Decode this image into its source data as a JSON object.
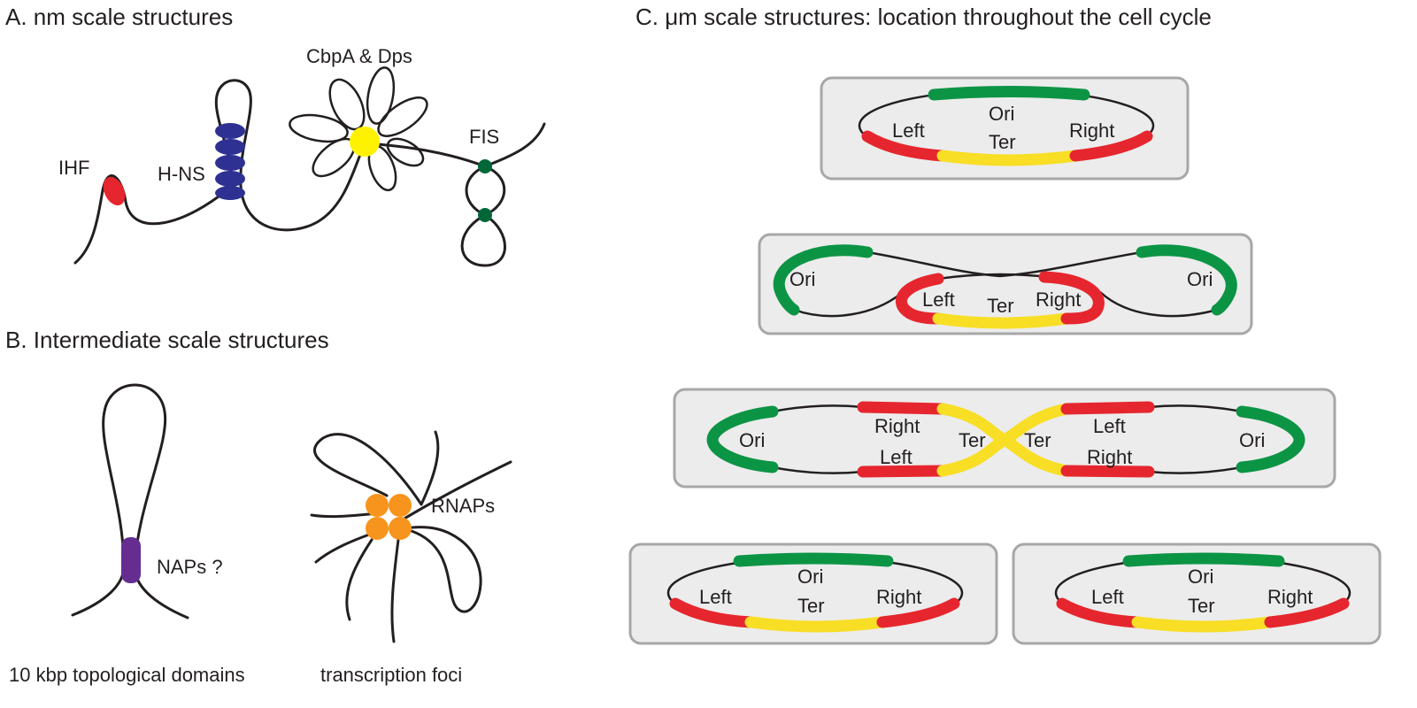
{
  "panels": {
    "a": {
      "heading": "A. nm scale structures",
      "ihf": "IHF",
      "hns": "H-NS",
      "cbpa": "CbpA & Dps",
      "fis": "FIS"
    },
    "b": {
      "heading": "B. Intermediate scale structures",
      "naps": "NAPs ?",
      "rnaps": "RNAPs",
      "domains": "10 kbp topological domains",
      "foci": "transcription foci"
    },
    "c": {
      "heading": "C. μm scale structures: location throughout the cell cycle",
      "cell1": {
        "ori": "Ori",
        "ter": "Ter",
        "left": "Left",
        "right": "Right"
      },
      "cell2": {
        "ori_left": "Ori",
        "ori_right": "Ori",
        "left": "Left",
        "ter": "Ter",
        "right": "Right"
      },
      "cell3": {
        "ori_left": "Ori",
        "right_top_l": "Right",
        "left_bot_l": "Left",
        "ter_l": "Ter",
        "ter_r": "Ter",
        "left_top_r": "Left",
        "right_bot_r": "Right",
        "ori_right": "Ori"
      },
      "cell4a": {
        "ori": "Ori",
        "ter": "Ter",
        "left": "Left",
        "right": "Right"
      },
      "cell4b": {
        "ori": "Ori",
        "ter": "Ter",
        "left": "Left",
        "right": "Right"
      }
    }
  },
  "colors": {
    "dna": "#231f20",
    "ihf": "#e6262e",
    "hns": "#2e3192",
    "cbpa": "#fff200",
    "fis": "#006838",
    "naps": "#662d91",
    "rnap": "#f7941d",
    "ori_segment": "#0c9445",
    "arm_segment": "#e6262e",
    "ter_segment": "#f8de25",
    "cell_fill": "#ececec",
    "cell_border": "#a7a7a7"
  }
}
